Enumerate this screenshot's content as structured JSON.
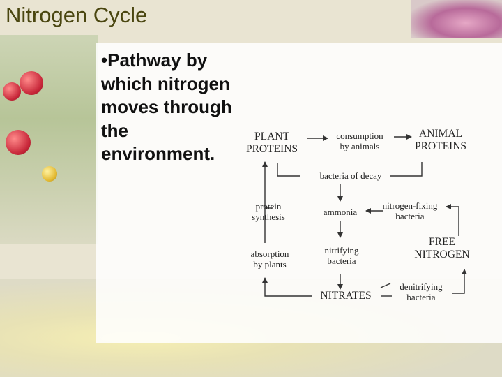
{
  "title": "Nitrogen Cycle",
  "bullet": {
    "marker": "•",
    "text": "Pathway by which nitrogen moves through the environment."
  },
  "diagram": {
    "plant_proteins": [
      "PLANT",
      "PROTEINS"
    ],
    "consumption": [
      "consumption",
      "by animals"
    ],
    "animal_proteins": [
      "ANIMAL",
      "PROTEINS"
    ],
    "bacteria_decay": "bacteria of decay",
    "protein_synthesis": [
      "protein",
      "synthesis"
    ],
    "ammonia": "ammonia",
    "nitrogen_fixing": [
      "nitrogen-fixing",
      "bacteria"
    ],
    "free_nitrogen": [
      "FREE",
      "NITROGEN"
    ],
    "absorption": [
      "absorption",
      "by plants"
    ],
    "nitrifying": [
      "nitrifying",
      "bacteria"
    ],
    "nitrates": "NITRATES",
    "denitrifying": [
      "denitrifying",
      "bacteria"
    ]
  }
}
